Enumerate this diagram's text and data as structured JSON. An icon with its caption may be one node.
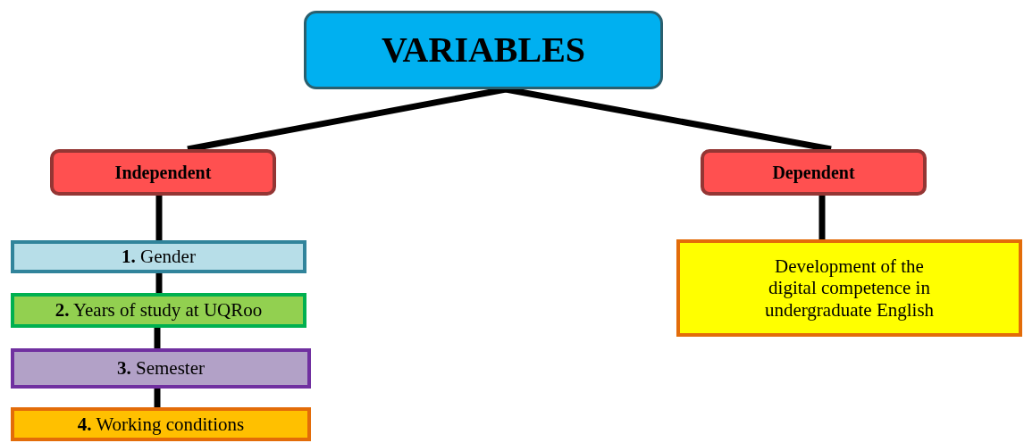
{
  "diagram": {
    "nodes": [
      {
        "text": [
          "VARIABLES"
        ]
      },
      {
        "text": [
          "Independent"
        ]
      },
      {
        "text": [
          "Dependent"
        ]
      },
      {
        "text": [
          "**1.** Gender"
        ]
      },
      {
        "text": [
          "**2.** Years of study at UQRoo"
        ]
      },
      {
        "text": [
          "**3.** Semester"
        ]
      },
      {
        "text": [
          "**4.** Working conditions"
        ]
      },
      {
        "text": [
          "Development of the digital competence in undergraduate English"
        ]
      }
    ],
    "edges": [
      {
        "from": 0,
        "to": 1,
        "arrow": "none"
      },
      {
        "from": 0,
        "to": 2,
        "arrow": "none"
      },
      {
        "from": 1,
        "to": 3,
        "arrow": "none"
      },
      {
        "from": 3,
        "to": 4,
        "arrow": "none"
      },
      {
        "from": 4,
        "to": 5,
        "arrow": "none"
      },
      {
        "from": 5,
        "to": 6,
        "arrow": "none"
      },
      {
        "from": 2,
        "to": 7,
        "arrow": "none"
      }
    ]
  }
}
